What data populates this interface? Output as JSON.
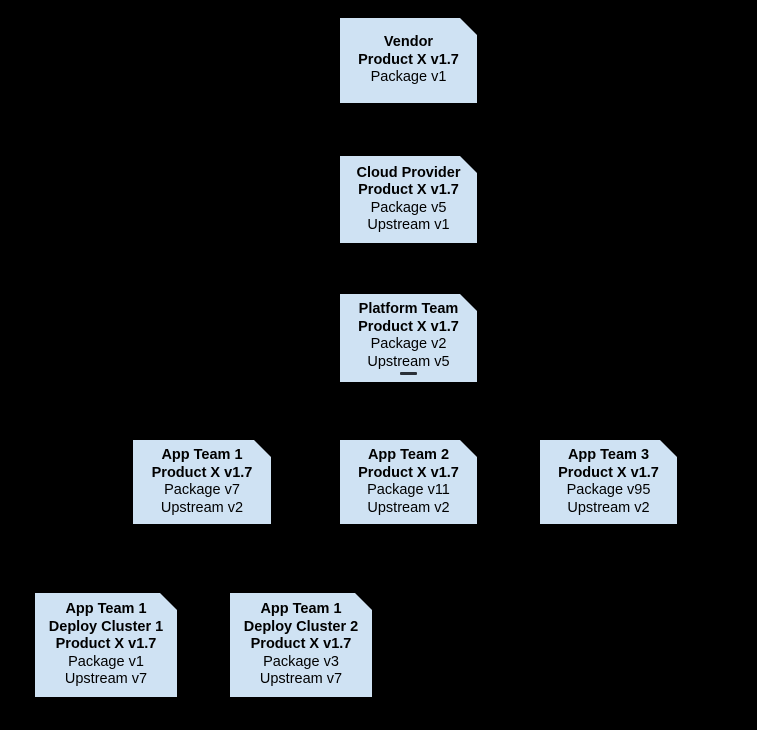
{
  "diagram": {
    "type": "supply-chain-version-flow",
    "background_color": "#000000",
    "node_fill_color": "#cfe2f3",
    "text_color": "#000000",
    "nodes": {
      "vendor": {
        "title1": "Vendor",
        "title2": "Product X v1.7",
        "detail1": "Package v1"
      },
      "cloud_provider": {
        "title1": "Cloud Provider",
        "title2": "Product X v1.7",
        "detail1": "Package v5",
        "detail2": "Upstream v1"
      },
      "platform_team": {
        "title1": "Platform Team",
        "title2": "Product X v1.7",
        "detail1": "Package v2",
        "detail2": "Upstream v5",
        "has_clipped_fifth_line": true
      },
      "app_team_1": {
        "title1": "App Team 1",
        "title2": "Product X v1.7",
        "detail1": "Package v7",
        "detail2": "Upstream v2"
      },
      "app_team_2": {
        "title1": "App Team 2",
        "title2": "Product X v1.7",
        "detail1": "Package v11",
        "detail2": "Upstream v2"
      },
      "app_team_3": {
        "title1": "App Team 3",
        "title2": "Product X v1.7",
        "detail1": "Package v95",
        "detail2": "Upstream v2"
      },
      "app_team_1_deploy_cluster_1": {
        "title1": "App Team 1",
        "title2": "Deploy Cluster 1",
        "title3": "Product X v1.7",
        "detail1": "Package v1",
        "detail2": "Upstream v7"
      },
      "app_team_1_deploy_cluster_2": {
        "title1": "App Team 1",
        "title2": "Deploy Cluster 2",
        "title3": "Product X v1.7",
        "detail1": "Package v3",
        "detail2": "Upstream v7"
      }
    }
  }
}
